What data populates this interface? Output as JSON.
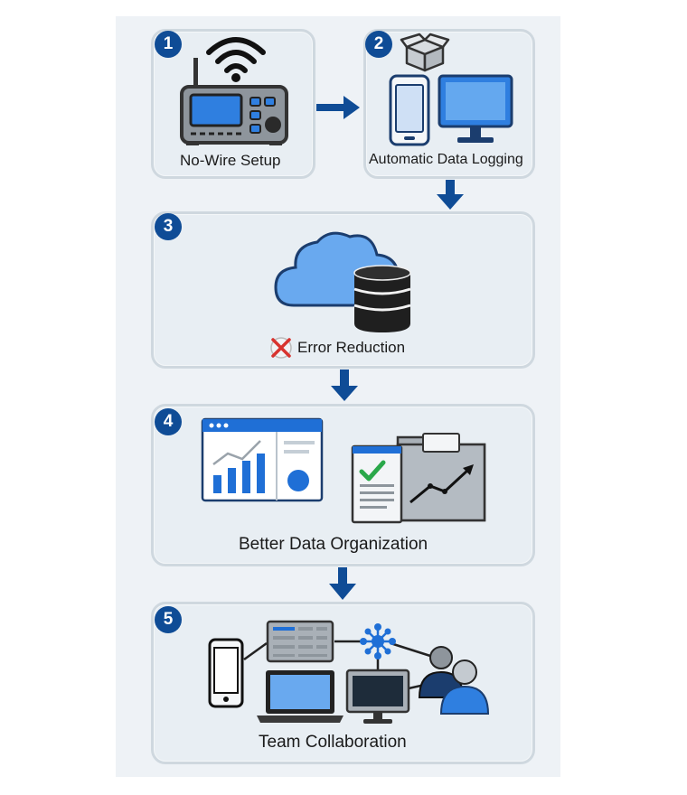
{
  "colors": {
    "badge": "#0f4c96",
    "arrow": "#0f4c96",
    "accent_blue": "#2f7fe0",
    "card_bg": "#e8eef3",
    "card_border": "#cfd8df",
    "check_green": "#2aa84a",
    "error_red": "#d8332e"
  },
  "steps": [
    {
      "number": "1",
      "label": "No-Wire Setup",
      "icons": [
        "wifi-icon",
        "router-icon"
      ]
    },
    {
      "number": "2",
      "label": "Automatic Data Logging",
      "icons": [
        "package-icon",
        "smartphone-icon",
        "monitor-icon"
      ]
    },
    {
      "number": "3",
      "label": "Error Reduction",
      "icons": [
        "cloud-icon",
        "database-icon",
        "error-x-icon"
      ]
    },
    {
      "number": "4",
      "label": "Better Data Organization",
      "icons": [
        "dashboard-chart-icon",
        "folder-checklist-icon"
      ]
    },
    {
      "number": "5",
      "label": "Team Collaboration",
      "icons": [
        "smartphone-icon",
        "server-table-icon",
        "laptop-icon",
        "monitor-icon",
        "network-hub-icon",
        "users-icon"
      ]
    }
  ]
}
